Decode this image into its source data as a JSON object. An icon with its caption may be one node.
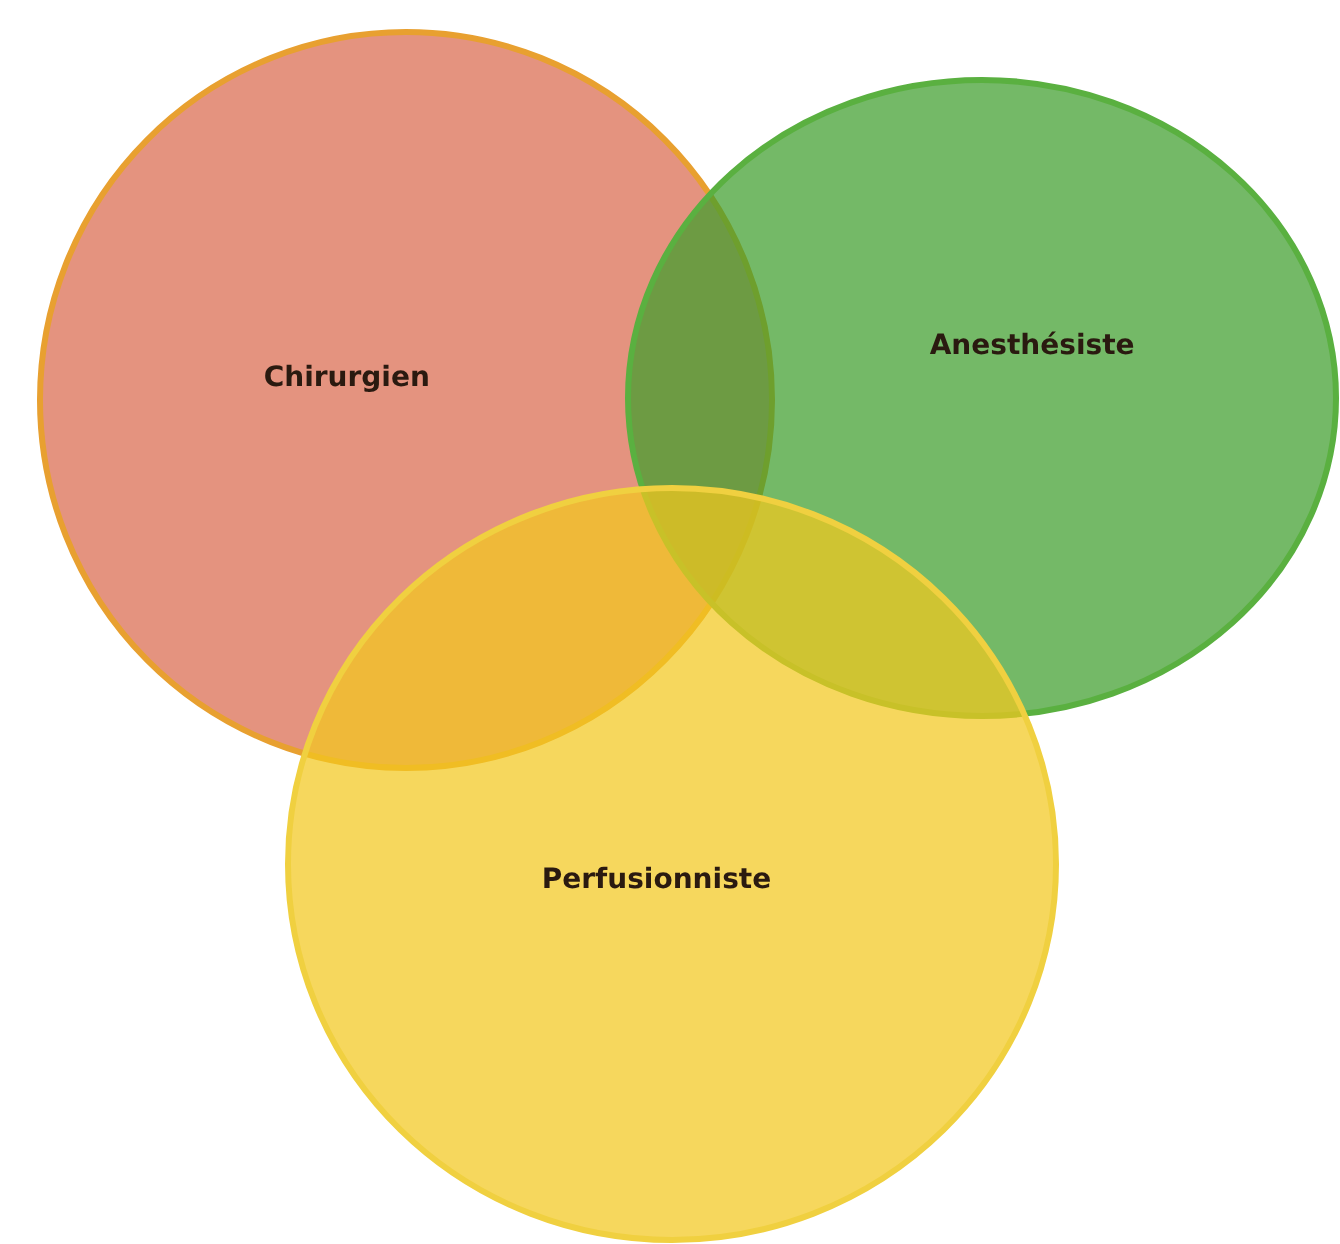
{
  "diagram": {
    "nodes": [
      {
        "text": [
          "Chirurgien"
        ]
      },
      {
        "text": [
          "Anesthésiste"
        ]
      },
      {
        "text": [
          "Perfusionniste"
        ]
      }
    ]
  }
}
